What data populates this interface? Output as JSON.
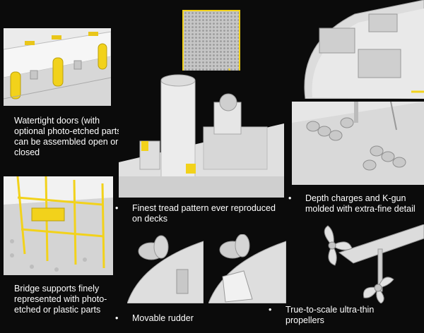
{
  "features": [
    {
      "id": "watertight",
      "bullet": "•",
      "text": "Watertight doors (with optional photo-etched parts) can be assembled open or closed"
    },
    {
      "id": "bridge",
      "bullet": "•",
      "text": "Bridge supports finely represented with photo-etched or plastic parts"
    },
    {
      "id": "tread",
      "bullet": "•",
      "text": "Finest tread pattern ever reproduced on decks"
    },
    {
      "id": "depth",
      "bullet": "•",
      "text": "Depth charges and K-gun molded with extra-fine detail"
    },
    {
      "id": "rudder",
      "bullet": "•",
      "text": "Movable rudder"
    },
    {
      "id": "propellers",
      "bullet": "•",
      "text": "True-to-scale ultra-thin propellers"
    }
  ],
  "colors": {
    "background": "#0b0b0b",
    "model_grey": "#d9d9d9",
    "etched_yellow": "#f2d21b",
    "caption": "#ffffff"
  },
  "icons": [
    "bullet-dot-icon"
  ]
}
